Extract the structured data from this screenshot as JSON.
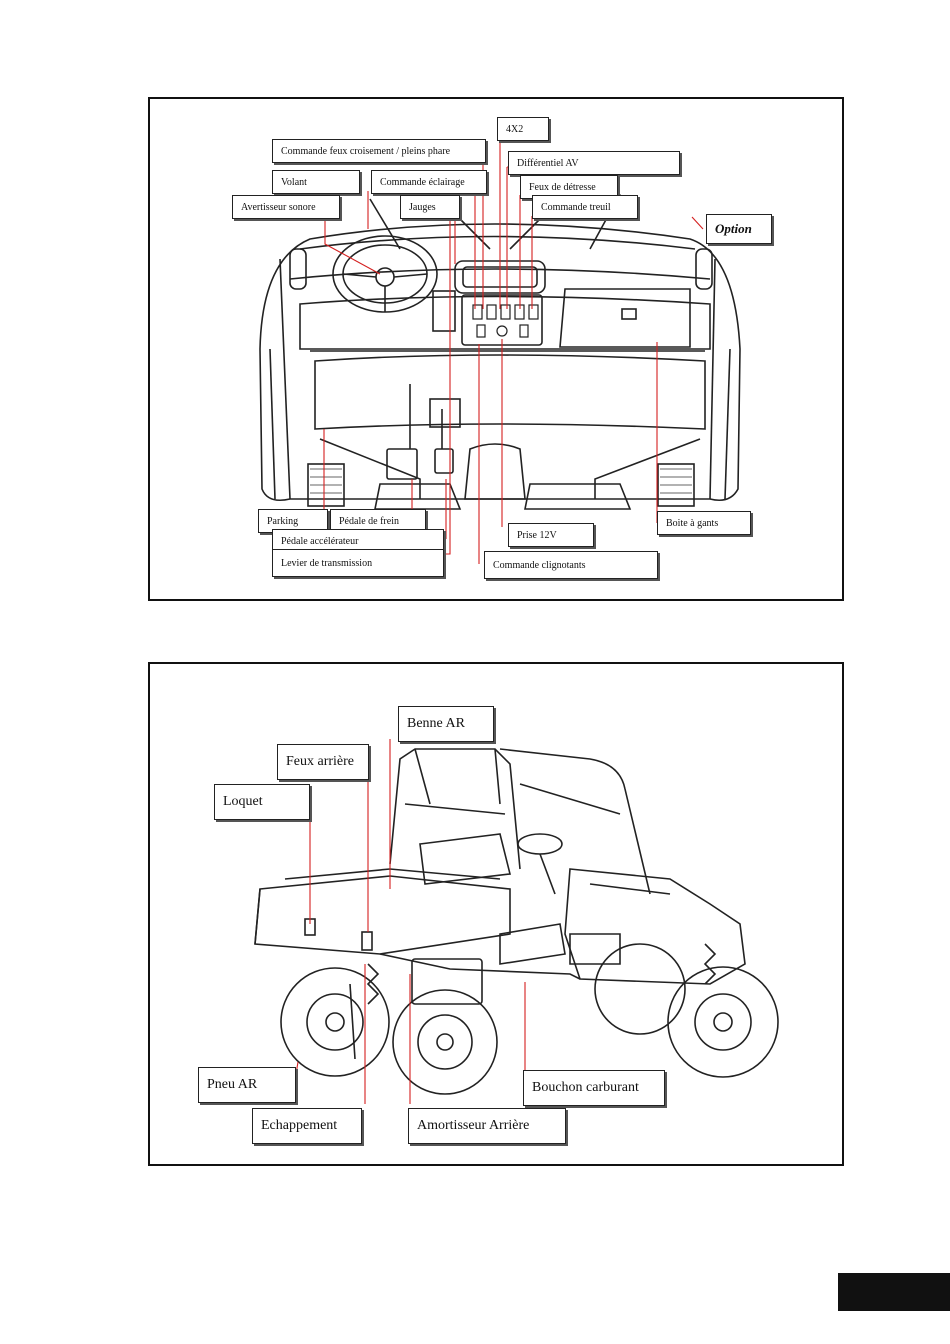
{
  "dashboard_labels": {
    "commande_feux": "Commande feux croisement / pleins phare",
    "quatre_x_deux": "4X2",
    "differentiel_av": "Différentiel AV",
    "volant": "Volant",
    "commande_eclairage": "Commande éclairage",
    "feux_detresse": "Feux de détresse",
    "avertisseur_sonore": "Avertisseur sonore",
    "jauges": "Jauges",
    "commande_treuil": "Commande treuil",
    "option": "Option",
    "parking": "Parking",
    "pedale_frein": "Pédale de frein",
    "pedale_accelerateur": "Pédale accélérateur",
    "levier_transmission": "Levier de transmission",
    "prise_12v": "Prise 12V",
    "commande_clignotants": "Commande clignotants",
    "boite_a_gants": "Boite à gants"
  },
  "side_labels": {
    "benne_ar": "Benne AR",
    "feux_arriere": "Feux arrière",
    "loquet": "Loquet",
    "pneu_ar": "Pneu AR",
    "echappement": "Echappement",
    "amortisseur_arriere": "Amortisseur Arrière",
    "bouchon_carburant": "Bouchon carburant"
  },
  "colors": {
    "leader_line": "#d42020",
    "outline": "#111111",
    "page_tab": "#111111"
  }
}
